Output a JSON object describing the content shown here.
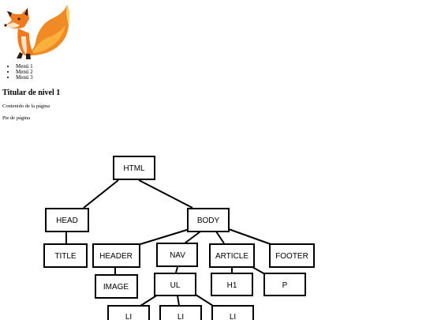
{
  "menu": {
    "items": [
      "Menú 1",
      "Menú 2",
      "Menú 3"
    ]
  },
  "heading": "Titular de nivel 1",
  "content": "Contenido de la página",
  "footer": "Pie de página",
  "dom_tree": {
    "nodes": {
      "html": "HTML",
      "head": "HEAD",
      "body": "BODY",
      "title": "TITLE",
      "header": "HEADER",
      "nav": "NAV",
      "article": "ARTICLE",
      "footer": "FOOTER",
      "image": "IMAGE",
      "ul": "UL",
      "h1": "H1",
      "p": "P",
      "li_1": "LI",
      "li_2": "LI",
      "li_3": "LI"
    }
  },
  "colors": {
    "fox_orange": "#f07a1e",
    "fox_light": "#f9b03c",
    "fox_dark": "#2a1a12"
  }
}
